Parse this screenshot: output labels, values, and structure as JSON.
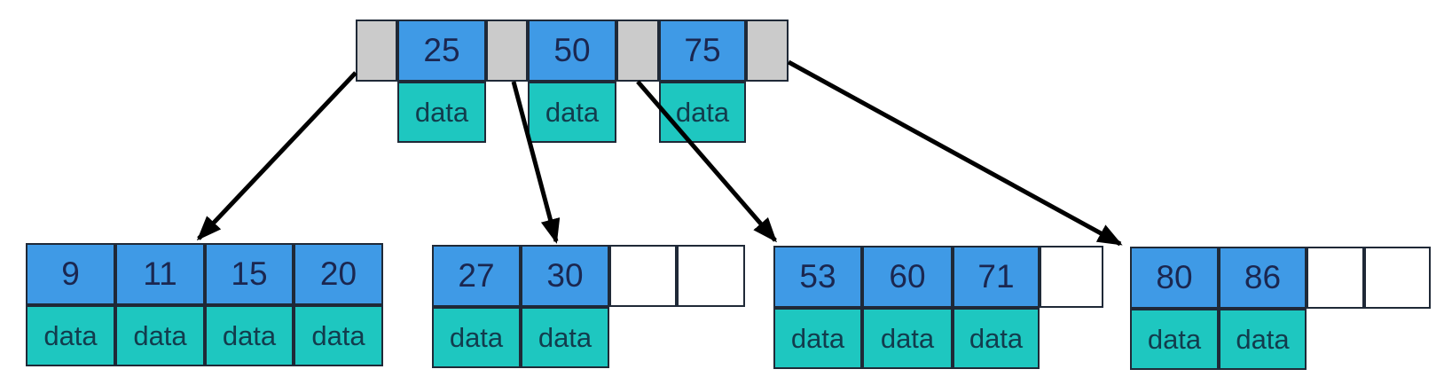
{
  "labels": {
    "data": "data"
  },
  "root": {
    "keys": [
      "25",
      "50",
      "75"
    ]
  },
  "leaves": [
    {
      "keys": [
        "9",
        "11",
        "15",
        "20"
      ],
      "empty_slots": 0
    },
    {
      "keys": [
        "27",
        "30"
      ],
      "empty_slots": 2
    },
    {
      "keys": [
        "53",
        "60",
        "71"
      ],
      "empty_slots": 1
    },
    {
      "keys": [
        "80",
        "86"
      ],
      "empty_slots": 2
    }
  ],
  "colors": {
    "background": "#ffffff",
    "key_cell": "#3f9ae6",
    "key_text": "#1b2750",
    "data_cell": "#1ec7c0",
    "data_text": "#123c4d",
    "pointer_cell": "#cbcbcb",
    "empty_cell": "#ffffff",
    "border": "#1f2937",
    "arrow": "#000000"
  }
}
